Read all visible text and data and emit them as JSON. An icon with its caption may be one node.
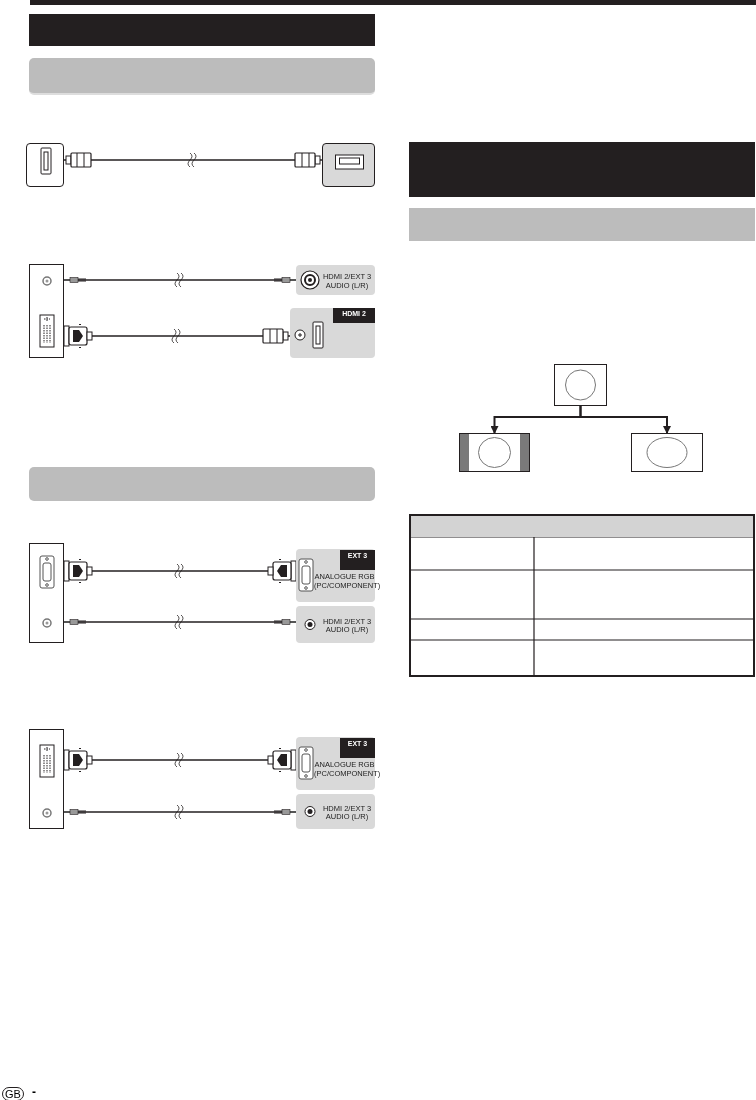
{
  "diagram": {
    "nodes": [
      {
        "text": [],
        "shape": "box"
      },
      {
        "text": [],
        "shape": "box"
      },
      {
        "text": [],
        "shape": "box"
      },
      {
        "text": [
          "HDMI 2/EXT 3 AUDIO (L/R)"
        ]
      },
      {
        "text": [
          "HDMI 2"
        ]
      },
      {
        "text": [],
        "shape": "box"
      },
      {
        "text": [
          "EXT 3",
          "ANALOGUE RGB (PC/COMPONENT)"
        ]
      },
      {
        "text": [
          "HDMI 2/EXT 3 AUDIO (L/R)"
        ]
      },
      {
        "text": [],
        "shape": "box"
      },
      {
        "text": [
          "EXT 3",
          "ANALOGUE RGB (PC/COMPONENT)"
        ]
      },
      {
        "text": [
          "HDMI 2/EXT 3 AUDIO (L/R)"
        ]
      },
      {
        "text": [],
        "shape": "box"
      },
      {
        "text": [],
        "shape": "box"
      },
      {
        "text": [],
        "shape": "box"
      }
    ],
    "edges": [
      {
        "from": 0,
        "to": 1,
        "arrow": "other"
      },
      {
        "from": 2,
        "to": 3,
        "arrow": "none"
      },
      {
        "from": 2,
        "to": 4,
        "arrow": "other"
      },
      {
        "from": 5,
        "to": 6,
        "arrow": "none"
      },
      {
        "from": 5,
        "to": 7,
        "arrow": "none"
      },
      {
        "from": 8,
        "to": 9,
        "arrow": "none"
      },
      {
        "from": 8,
        "to": 10,
        "arrow": "none"
      },
      {
        "from": 11,
        "to": 12,
        "arrow": "to"
      },
      {
        "from": 11,
        "to": 13,
        "arrow": "to"
      }
    ],
    "labels": [
      "GB",
      "-"
    ]
  }
}
